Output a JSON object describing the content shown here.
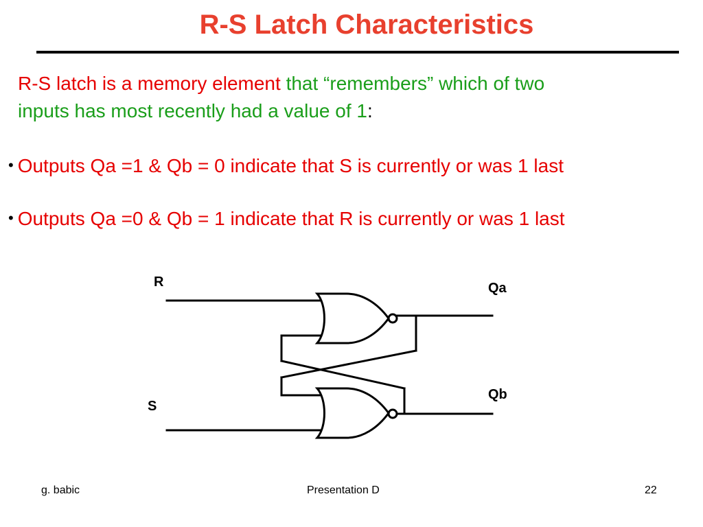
{
  "slide": {
    "title": "R-S Latch Characteristics",
    "intro": {
      "part1": "R-S latch is a memory element",
      "part2": " that “remembers” which of two",
      "part3": "inputs has most recently  had a value of 1",
      "part4": ":"
    },
    "bullets": [
      {
        "symbol": "•",
        "text": "Outputs Qa =1 & Qb = 0 indicate that S is currently or was 1 last"
      },
      {
        "symbol": "•",
        "text": "Outputs Qa =0 & Qb = 1 indicate that R is currently or was 1 last"
      }
    ],
    "circuit": {
      "gate_type": "NOR",
      "labels": {
        "r": "R",
        "s": "S",
        "qa": "Qa",
        "qb": "Qb"
      }
    },
    "footer": {
      "author": "g. babic",
      "center": "Presentation D",
      "page": "22"
    },
    "colors": {
      "title": "#e8402e",
      "red_text": "#e60000",
      "green_text": "#1a9e1a"
    }
  }
}
